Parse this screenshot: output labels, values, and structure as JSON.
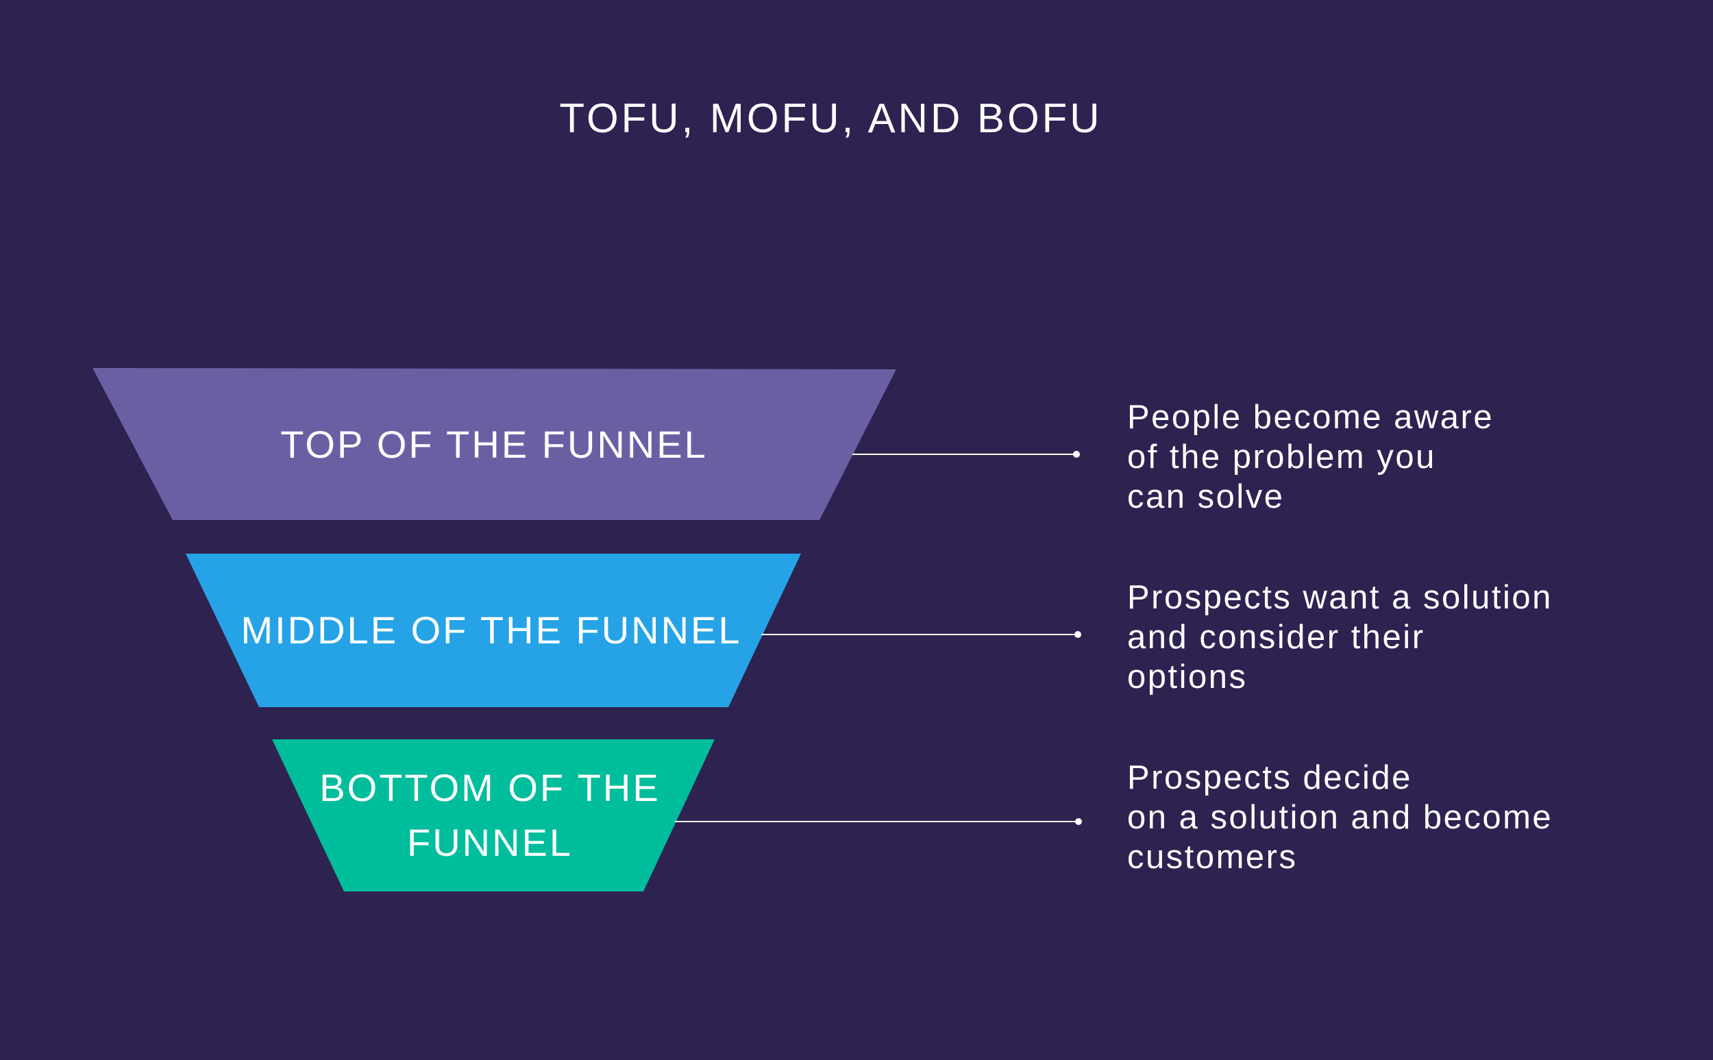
{
  "title": "TOFU, MOFU, AND BOFU",
  "colors": {
    "background": "#2e2250",
    "top": "#6b5fa4",
    "middle": "#25a3e6",
    "bottom": "#00bd9c",
    "text": "#ffffff"
  },
  "stages": [
    {
      "label": "TOP OF THE FUNNEL",
      "description": [
        "People become aware",
        "of the problem you",
        "can solve"
      ]
    },
    {
      "label": "MIDDLE OF THE FUNNEL",
      "description": [
        "Prospects want a solution",
        "and consider their",
        "options"
      ]
    },
    {
      "label_lines": [
        "BOTTOM OF THE",
        "FUNNEL"
      ],
      "label": "BOTTOM OF THE FUNNEL",
      "description": [
        "Prospects decide",
        "on a solution and become",
        "customers"
      ]
    }
  ]
}
